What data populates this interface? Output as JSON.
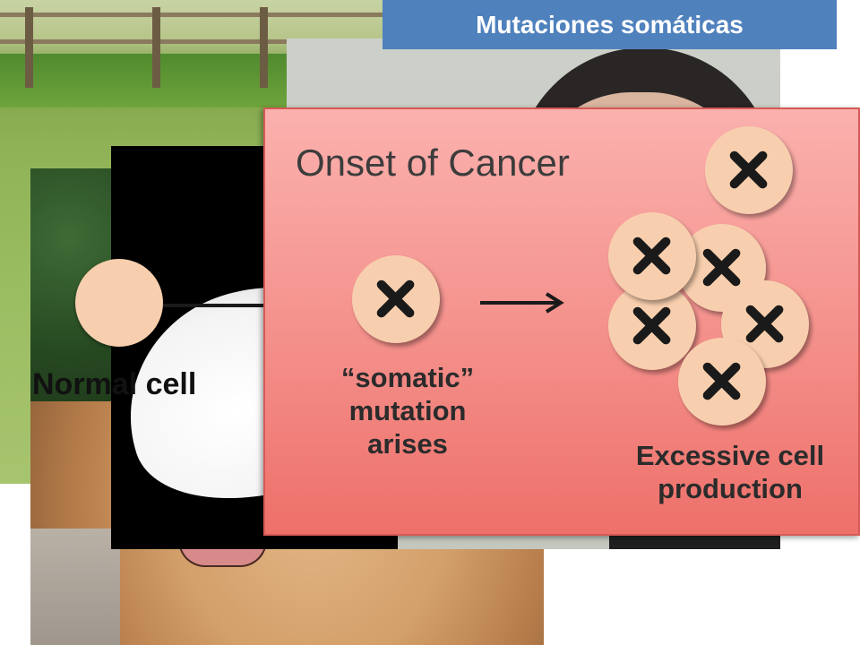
{
  "header": {
    "title": "Mutaciones somáticas"
  },
  "normal_cell": {
    "label": "Normal cell"
  },
  "panel": {
    "title": "Onset of Cancer",
    "mutation_label_lines": [
      "“somatic”",
      "mutation",
      "arises"
    ],
    "excess_label_lines": [
      "Excessive cell",
      "production"
    ]
  },
  "colors": {
    "header_bg": "#4f81bd",
    "panel_bg": "#f48f8a",
    "cell_fill": "#f8cfae",
    "mark": "#1a1a1a"
  },
  "icons": [
    "x-mark-icon",
    "arrow-right-icon"
  ]
}
